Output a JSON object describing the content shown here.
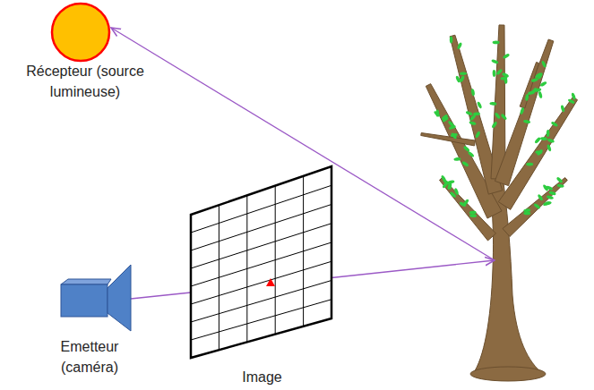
{
  "diagram": {
    "nodes": [
      {
        "text": [
          "Récepteur (source lumineuse)"
        ]
      },
      {
        "text": [
          "Emetteur (caméra)"
        ]
      },
      {
        "text": [
          "Image"
        ]
      }
    ]
  }
}
